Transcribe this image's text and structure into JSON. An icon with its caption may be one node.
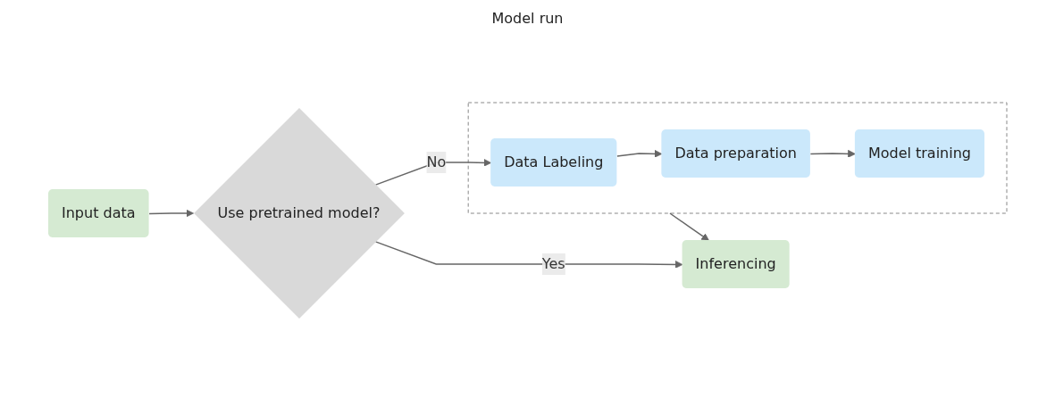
{
  "diagram": {
    "nodes": [
      {
        "text": [
          "Input data"
        ]
      },
      {
        "text": [
          "Use pretrained model?"
        ]
      },
      {
        "text": [
          "Inferencing"
        ]
      },
      {
        "text": [],
        "shape": "box"
      },
      {
        "text": [
          "Data Labeling"
        ],
        "in": 3
      },
      {
        "text": [
          "Data preparation"
        ],
        "in": 3
      },
      {
        "text": [
          "Model training"
        ],
        "in": 3
      }
    ],
    "edges": [
      {
        "from": 0,
        "to": 1,
        "arrow": "to"
      },
      {
        "from": 1,
        "to": 2,
        "arrow": "to",
        "label": "Yes"
      },
      {
        "from": 1,
        "to": 4,
        "arrow": "to",
        "label": "No"
      },
      {
        "from": 4,
        "to": 5,
        "arrow": "to"
      },
      {
        "from": 5,
        "to": 6,
        "arrow": "to"
      },
      {
        "from": 3,
        "to": 2,
        "arrow": "to"
      }
    ],
    "labels": [
      "Model run"
    ]
  }
}
